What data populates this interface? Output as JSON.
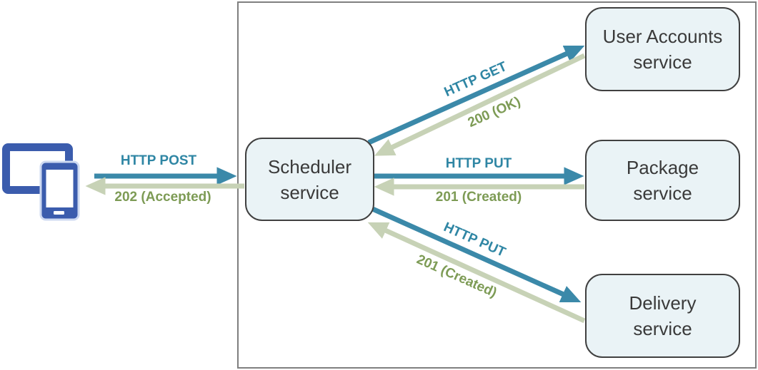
{
  "diagram": {
    "client": {
      "icon": "tablet-and-phone-icon"
    },
    "nodes": {
      "scheduler": {
        "line1": "Scheduler",
        "line2": "service"
      },
      "user_accounts": {
        "line1": "User Accounts",
        "line2": "service"
      },
      "package": {
        "line1": "Package",
        "line2": "service"
      },
      "delivery": {
        "line1": "Delivery",
        "line2": "service"
      }
    },
    "edges": {
      "client_to_scheduler": {
        "request": "HTTP POST",
        "response": "202 (Accepted)"
      },
      "scheduler_to_user_accounts": {
        "request": "HTTP GET",
        "response": "200 (OK)"
      },
      "scheduler_to_package": {
        "request": "HTTP PUT",
        "response": "201 (Created)"
      },
      "scheduler_to_delivery": {
        "request": "HTTP PUT",
        "response": "201 (Created)"
      }
    },
    "colors": {
      "request_arrow": "#3B89A9",
      "response_arrow": "#C7D2B6",
      "request_text": "#2F86A4",
      "response_text": "#7D9B55",
      "node_fill": "#EAF3F6",
      "node_border": "#404040",
      "boundary_border": "#7F7F7F",
      "device_blue": "#3B5CAD"
    }
  }
}
